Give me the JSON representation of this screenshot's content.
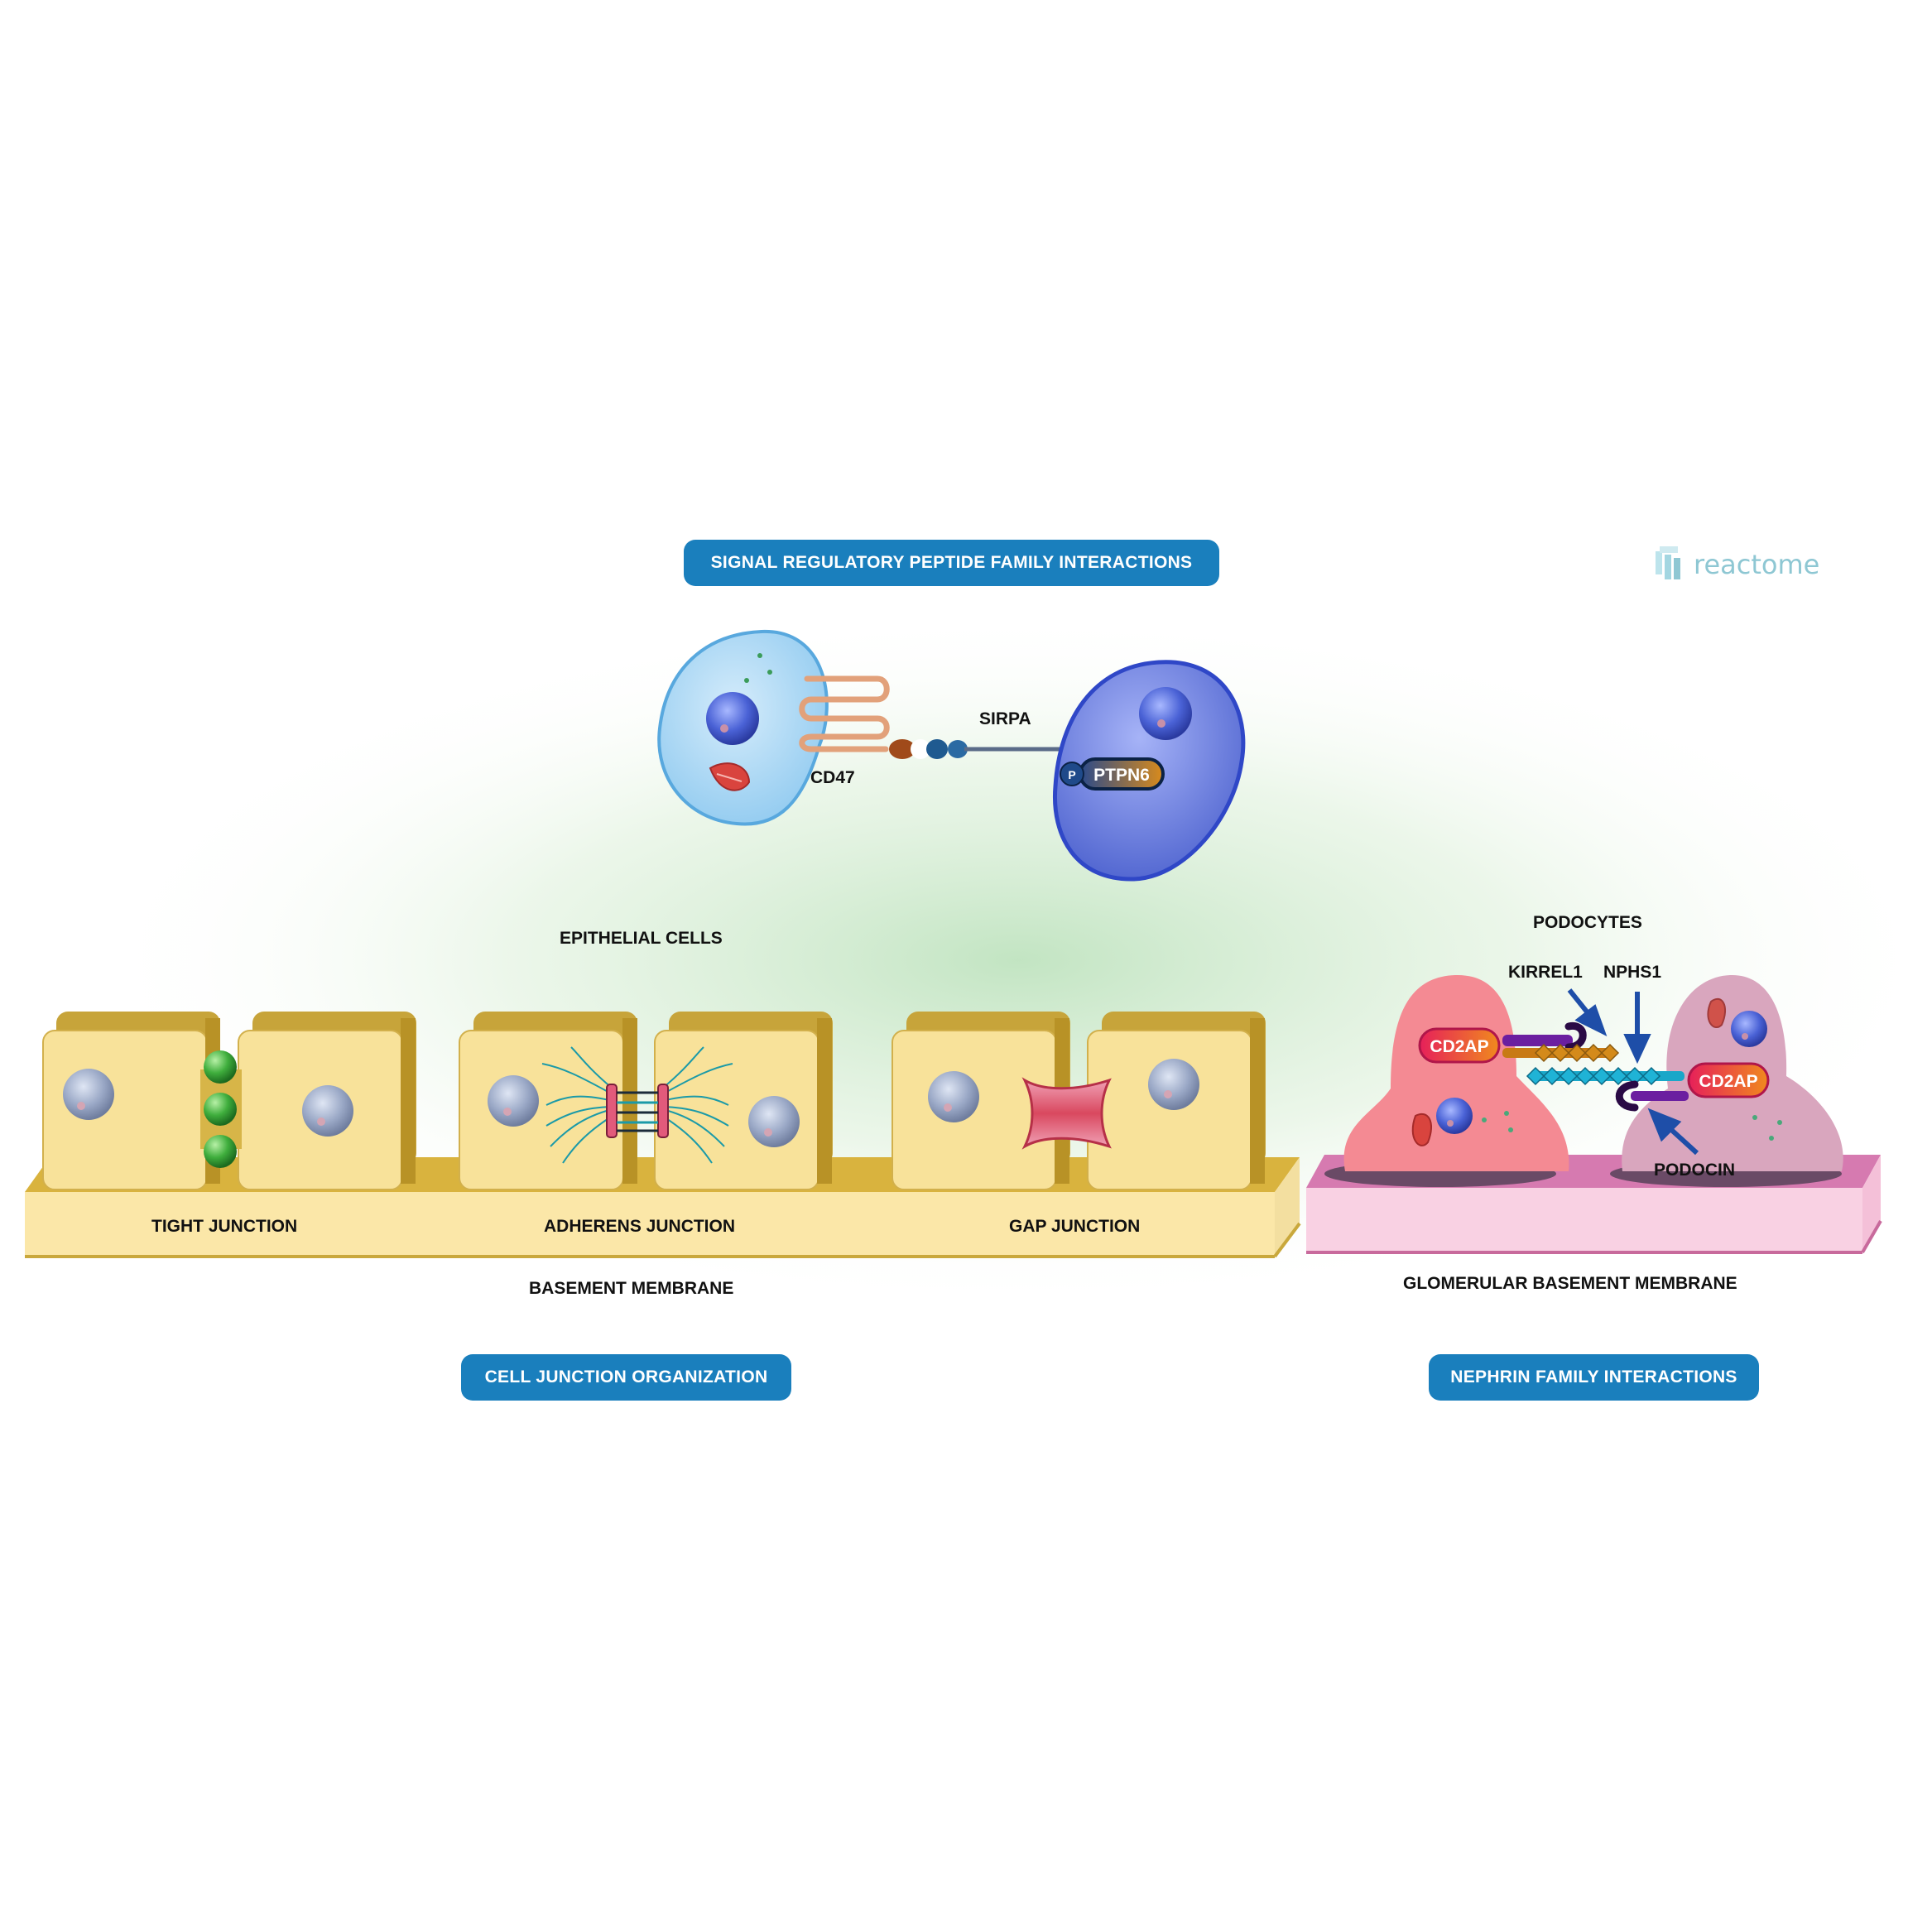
{
  "pathways": {
    "signal": "SIGNAL REGULATORY PEPTIDE FAMILY INTERACTIONS",
    "junction": "CELL JUNCTION ORGANIZATION",
    "nephrin": "NEPHRIN FAMILY INTERACTIONS"
  },
  "brand": {
    "text": "reactome",
    "icon": "reactome-logo-icon"
  },
  "sirp": {
    "cd47": "CD47",
    "sirpa": "SIRPA",
    "ptpn6": "PTPN6",
    "p": "P"
  },
  "epithelium": {
    "title": "EPITHELIAL CELLS",
    "tight": "TIGHT JUNCTION",
    "adherens": "ADHERENS JUNCTION",
    "gap": "GAP JUNCTION",
    "membrane": "BASEMENT MEMBRANE"
  },
  "podocytes": {
    "title": "PODOCYTES",
    "kirrel1": "KIRREL1",
    "nphs1": "NPHS1",
    "cd2ap_left": "CD2AP",
    "cd2ap_right": "CD2AP",
    "podocin": "PODOCIN",
    "membrane": "GLOMERULAR BASEMENT MEMBRANE"
  },
  "colors": {
    "pathway_button": "#1a7fbd",
    "epithelial_cell": "#f8e29a",
    "basement_membrane": "#e6c65a",
    "glomerular_membrane": "#f6c6dc",
    "podocyte_left": "#f48a93",
    "podocyte_right": "#d9a6be"
  }
}
